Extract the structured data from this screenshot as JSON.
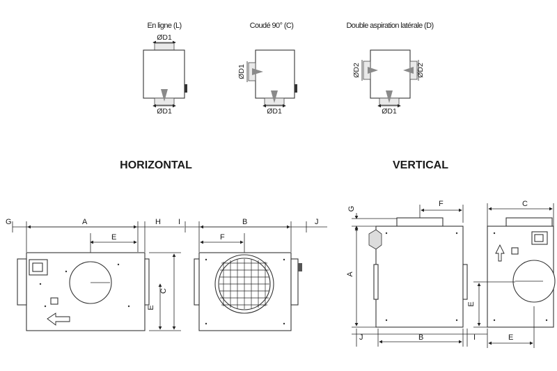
{
  "top_variants": {
    "inline": {
      "caption": "En ligne (L)",
      "diameter_top": "ØD1",
      "diameter_bottom": "ØD1"
    },
    "elbow": {
      "caption": "Coudé 90° (C)",
      "diameter_side": "ØD1",
      "diameter_bottom": "ØD1"
    },
    "double": {
      "caption": "Double aspiration latérale (D)",
      "diameter_left": "ØD2",
      "diameter_right": "ØD2",
      "diameter_bottom": "ØD1"
    }
  },
  "section_titles": {
    "horizontal": "HORIZONTAL",
    "vertical": "VERTICAL"
  },
  "horizontal": {
    "side": {
      "G": "G",
      "A": "A",
      "H": "H",
      "E": "E",
      "C": "C"
    },
    "front": {
      "I": "I",
      "B": "B",
      "J": "J",
      "F": "F"
    }
  },
  "vertical": {
    "front": {
      "G": "G",
      "F": "F",
      "A": "A",
      "J": "J",
      "B": "B",
      "I": "I"
    },
    "side": {
      "C": "C",
      "E_vert": "E",
      "E_horiz": "E"
    }
  },
  "colors": {
    "line": "#222222",
    "arrow": "#8a8a8a",
    "fill": "#e9e9e9"
  }
}
